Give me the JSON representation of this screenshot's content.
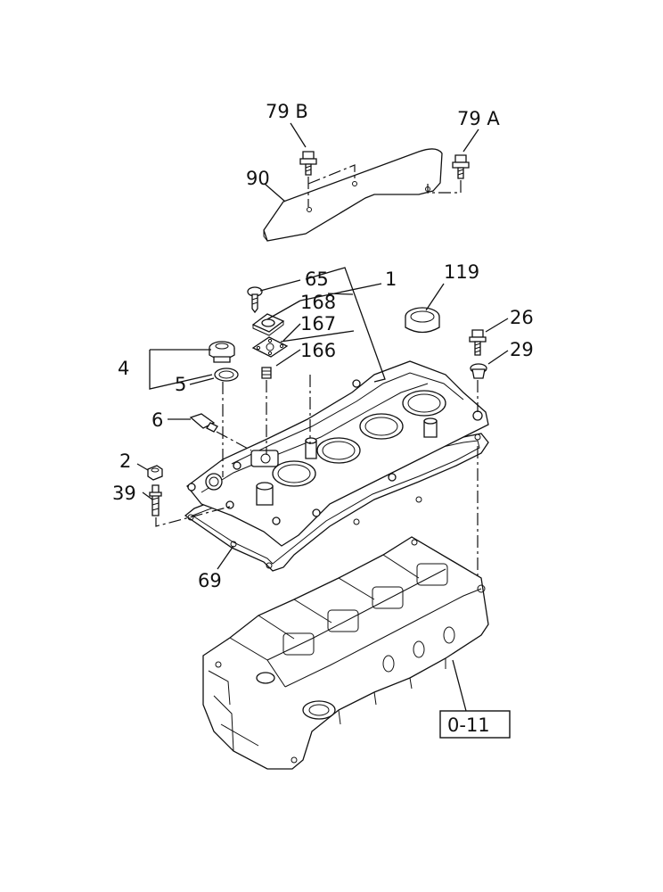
{
  "labels": {
    "l79b": "79 B",
    "l79a": "79 A",
    "l90": "90",
    "l65": "65",
    "l1": "1",
    "l168": "168",
    "l167": "167",
    "l166": "166",
    "l119": "119",
    "l26": "26",
    "l29": "29",
    "l4": "4",
    "l5": "5",
    "l6": "6",
    "l2": "2",
    "l39": "39",
    "l69": "69",
    "ref": "0-11"
  }
}
